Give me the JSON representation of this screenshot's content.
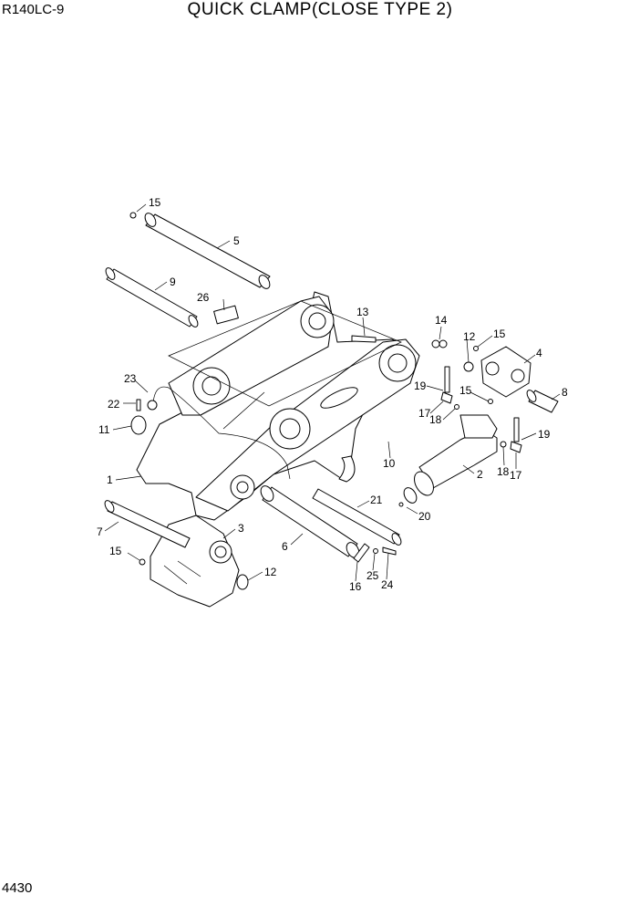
{
  "header": {
    "model": "R140LC-9",
    "title": "QUICK CLAMP(CLOSE TYPE 2)"
  },
  "footer": {
    "page_number": "4430"
  },
  "callouts": {
    "c1": "1",
    "c2": "2",
    "c3": "3",
    "c4": "4",
    "c5": "5",
    "c6": "6",
    "c7": "7",
    "c8": "8",
    "c9": "9",
    "c10": "10",
    "c11": "11",
    "c12a": "12",
    "c12b": "12",
    "c13": "13",
    "c14": "14",
    "c15a": "15",
    "c15b": "15",
    "c15c": "15",
    "c15d": "15",
    "c16": "16",
    "c17a": "17",
    "c17b": "17",
    "c18a": "18",
    "c18b": "18",
    "c19a": "19",
    "c19b": "19",
    "c20": "20",
    "c21": "21",
    "c22": "22",
    "c23": "23",
    "c24": "24",
    "c25": "25",
    "c26": "26"
  }
}
